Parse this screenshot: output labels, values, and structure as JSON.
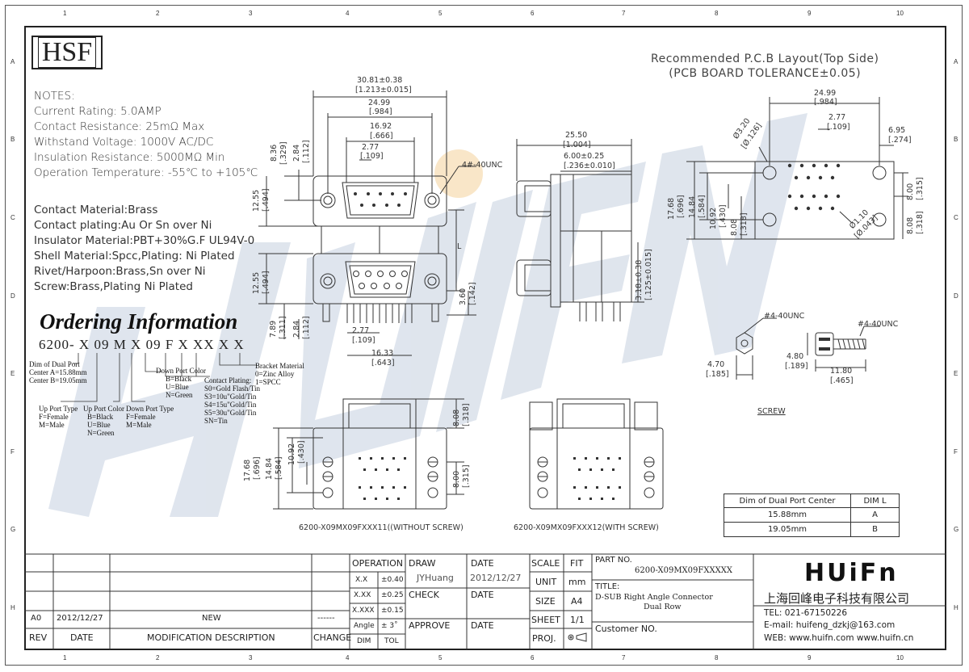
{
  "ruler": {
    "cols": [
      "1",
      "2",
      "3",
      "4",
      "5",
      "6",
      "7",
      "8",
      "9",
      "10"
    ],
    "rows": [
      "A",
      "B",
      "C",
      "D",
      "E",
      "F",
      "G",
      "H"
    ]
  },
  "logo": {
    "text": "HSF"
  },
  "notes": {
    "heading": "NOTES:",
    "lines": [
      "Current Rating: 5.0AMP",
      "Contact Resistance: 25mΩ Max",
      "Withstand Voltage: 1000V AC/DC",
      "Insulation Resistance: 5000MΩ Min",
      "Operation Temperature: -55℃ to +105℃"
    ]
  },
  "materials": [
    "Contact Material:Brass",
    "Contact plating:Au Or Sn over Ni",
    "Insulator Material:PBT+30%G.F UL94V-0",
    "Shell Material:Spcc,Plating: Ni Plated",
    "Rivet/Harpoon:Brass,Sn over Ni",
    "Screw:Brass,Plating Ni Plated"
  ],
  "ordering": {
    "title": "Ordering Information",
    "code": "6200- X 09 M X 09 F X XX X X",
    "labels": {
      "dim_port": [
        "Dim of Dual Port",
        "Center A=15.88mm",
        "Center B=19.05mm"
      ],
      "up_type": [
        "Up Port Type",
        "F=Female",
        "M=Male"
      ],
      "up_color": [
        "Up Port Color",
        "B=Black",
        "U=Blue",
        "N=Green"
      ],
      "down_type": [
        "Down Port Type",
        "F=Female",
        "M=Male"
      ],
      "down_color": [
        "Down Port Color",
        "B=Black",
        "U=Blue",
        "N=Green"
      ],
      "plating": [
        "Contact Plating:",
        "S0=Gold Flash/Tin",
        "S3=10u\"Gold/Tin",
        "S4=15u\"Gold/Tin",
        "S5=30u\"Gold/Tin",
        "SN=Tin"
      ],
      "bracket": [
        "Bracket Material",
        "0=Zinc Alloy",
        "1=SPCC"
      ]
    }
  },
  "front_view": {
    "dims": {
      "overall_w": "30.81±0.38",
      "overall_w_in": "[1.213±0.015]",
      "d24": "24.99",
      "d24_in": "[.984]",
      "d16": "16.92",
      "d16_in": "[.666]",
      "d277": "2.77",
      "d277_in": "[.109]",
      "d836": "8.36",
      "d836_in": "[.329]",
      "d284": "2.84",
      "d284_in": "[.112]",
      "d1255a": "12.55",
      "d1255a_in": "[.494]",
      "d1255b": "12.55",
      "d1255b_in": "[.494]",
      "d789": "7.89",
      "d789_in": "[.311]",
      "d284b": "2.84",
      "d284b_in": "[.112]",
      "d360": "3.60",
      "d360_in": "[.142]",
      "d277b": "2.77",
      "d277b_in": "[.109]",
      "d1633": "16.33",
      "d1633_in": "[.643]",
      "thread": "4#-40UNC",
      "L": "L"
    }
  },
  "side_view": {
    "dims": {
      "d2550": "25.50",
      "d2550_in": "[1.004]",
      "d600": "6.00±0.25",
      "d600_in": "[.236±0.010]",
      "d318": "3.18±0.38",
      "d318_in": "[.125±0.015]"
    }
  },
  "pcb": {
    "title_l1": "Recommended P.C.B Layout(Top Side)",
    "title_l2": "(PCB BOARD TOLERANCE±0.05)",
    "dims": {
      "d2499": "24.99",
      "d2499_in": "[.984]",
      "d277": "2.77",
      "d277_in": "[.109]",
      "d695": "6.95",
      "d695_in": "[.274]",
      "d320": "Ø3.20",
      "d320_in": "[Ø.126]",
      "d1768": "17.68",
      "d1768_in": "[.696]",
      "d1484": "14.84",
      "d1484_in": "[.584]",
      "d1092": "10.92",
      "d1092_in": "[.430]",
      "d808a": "8.08",
      "d808a_in": "[.318]",
      "d800": "8.00",
      "d800_in": "[.315]",
      "d808b": "8.08",
      "d808b_in": "[.318]",
      "d110": "Ø1.10",
      "d110_in": "[Ø.043]"
    }
  },
  "screw": {
    "thread_a": "#4-40UNC",
    "thread_b": "#4-40UNC",
    "d470": "4.70",
    "d470_in": "[.185]",
    "d480": "4.80",
    "d480_in": "[.189]",
    "d1180": "11.80",
    "d1180_in": "[.465]",
    "label": "SCREW"
  },
  "bottom_views": {
    "dims": {
      "d808": "8.08",
      "d808_in": "[.318]",
      "d1768": "17.68",
      "d1768_in": "[.696]",
      "d1484": "14.84",
      "d1484_in": "[.584]",
      "d1092": "10.92",
      "d1092_in": "[.430]",
      "d800": "8.00",
      "d800_in": "[.315]"
    },
    "caption_a": "6200-X09MX09FXXX11((WITHOUT SCREW)",
    "caption_b": "6200-X09MX09FXXX12(WITH SCREW)"
  },
  "dim_table": {
    "headers": [
      "Dim of Dual Port Center",
      "DIM L"
    ],
    "rows": [
      [
        "15.88mm",
        "A"
      ],
      [
        "19.05mm",
        "B"
      ]
    ]
  },
  "title_block": {
    "rev_row": {
      "rev": "A0",
      "date": "2012/12/27",
      "desc": "NEW",
      "change": "------"
    },
    "headers": {
      "rev": "REV",
      "date": "DATE",
      "desc": "MODIFICATION DESCRIPTION",
      "change": "CHANGE"
    },
    "operation": "OPERATION",
    "tolerances": [
      [
        "X.X",
        "±0.40"
      ],
      [
        "X.XX",
        "±0.25"
      ],
      [
        "X.XXX",
        "±0.15"
      ],
      [
        "Angle",
        "± 3˚"
      ]
    ],
    "dim": "DIM",
    "tol": "TOL",
    "draw": "DRAW",
    "drawer": "JYHuang",
    "check": "CHECK",
    "approve": "APPROVE",
    "date_label": "DATE",
    "date_value": "2012/12/27",
    "scale": "SCALE",
    "fit": "FIT",
    "unit": "UNIT",
    "unit_value": "mm",
    "size": "SIZE",
    "size_value": "A4",
    "sheet": "SHEET",
    "sheet_value": "1/1",
    "proj": "PROJ.",
    "part_no_label": "PART NO.",
    "part_no": "6200-X09MX09FXXXXX",
    "title_label": "TITLE:",
    "title_l1": "D-SUB Right Angle Connector",
    "title_l2": "Dual Row",
    "customer": "Customer NO.",
    "company_logo": "HUiFn",
    "company_cn": "上海回峰电子科技有限公司",
    "tel": "TEL: 021-67150226",
    "email": "E-mail: huifeng_dzkj@163.com",
    "web": "WEB: www.huifn.com  www.huifn.cn"
  },
  "colors": {
    "watermark": "#c5d0e0",
    "line": "#333333",
    "orange_dot": "#f6dcb0"
  }
}
